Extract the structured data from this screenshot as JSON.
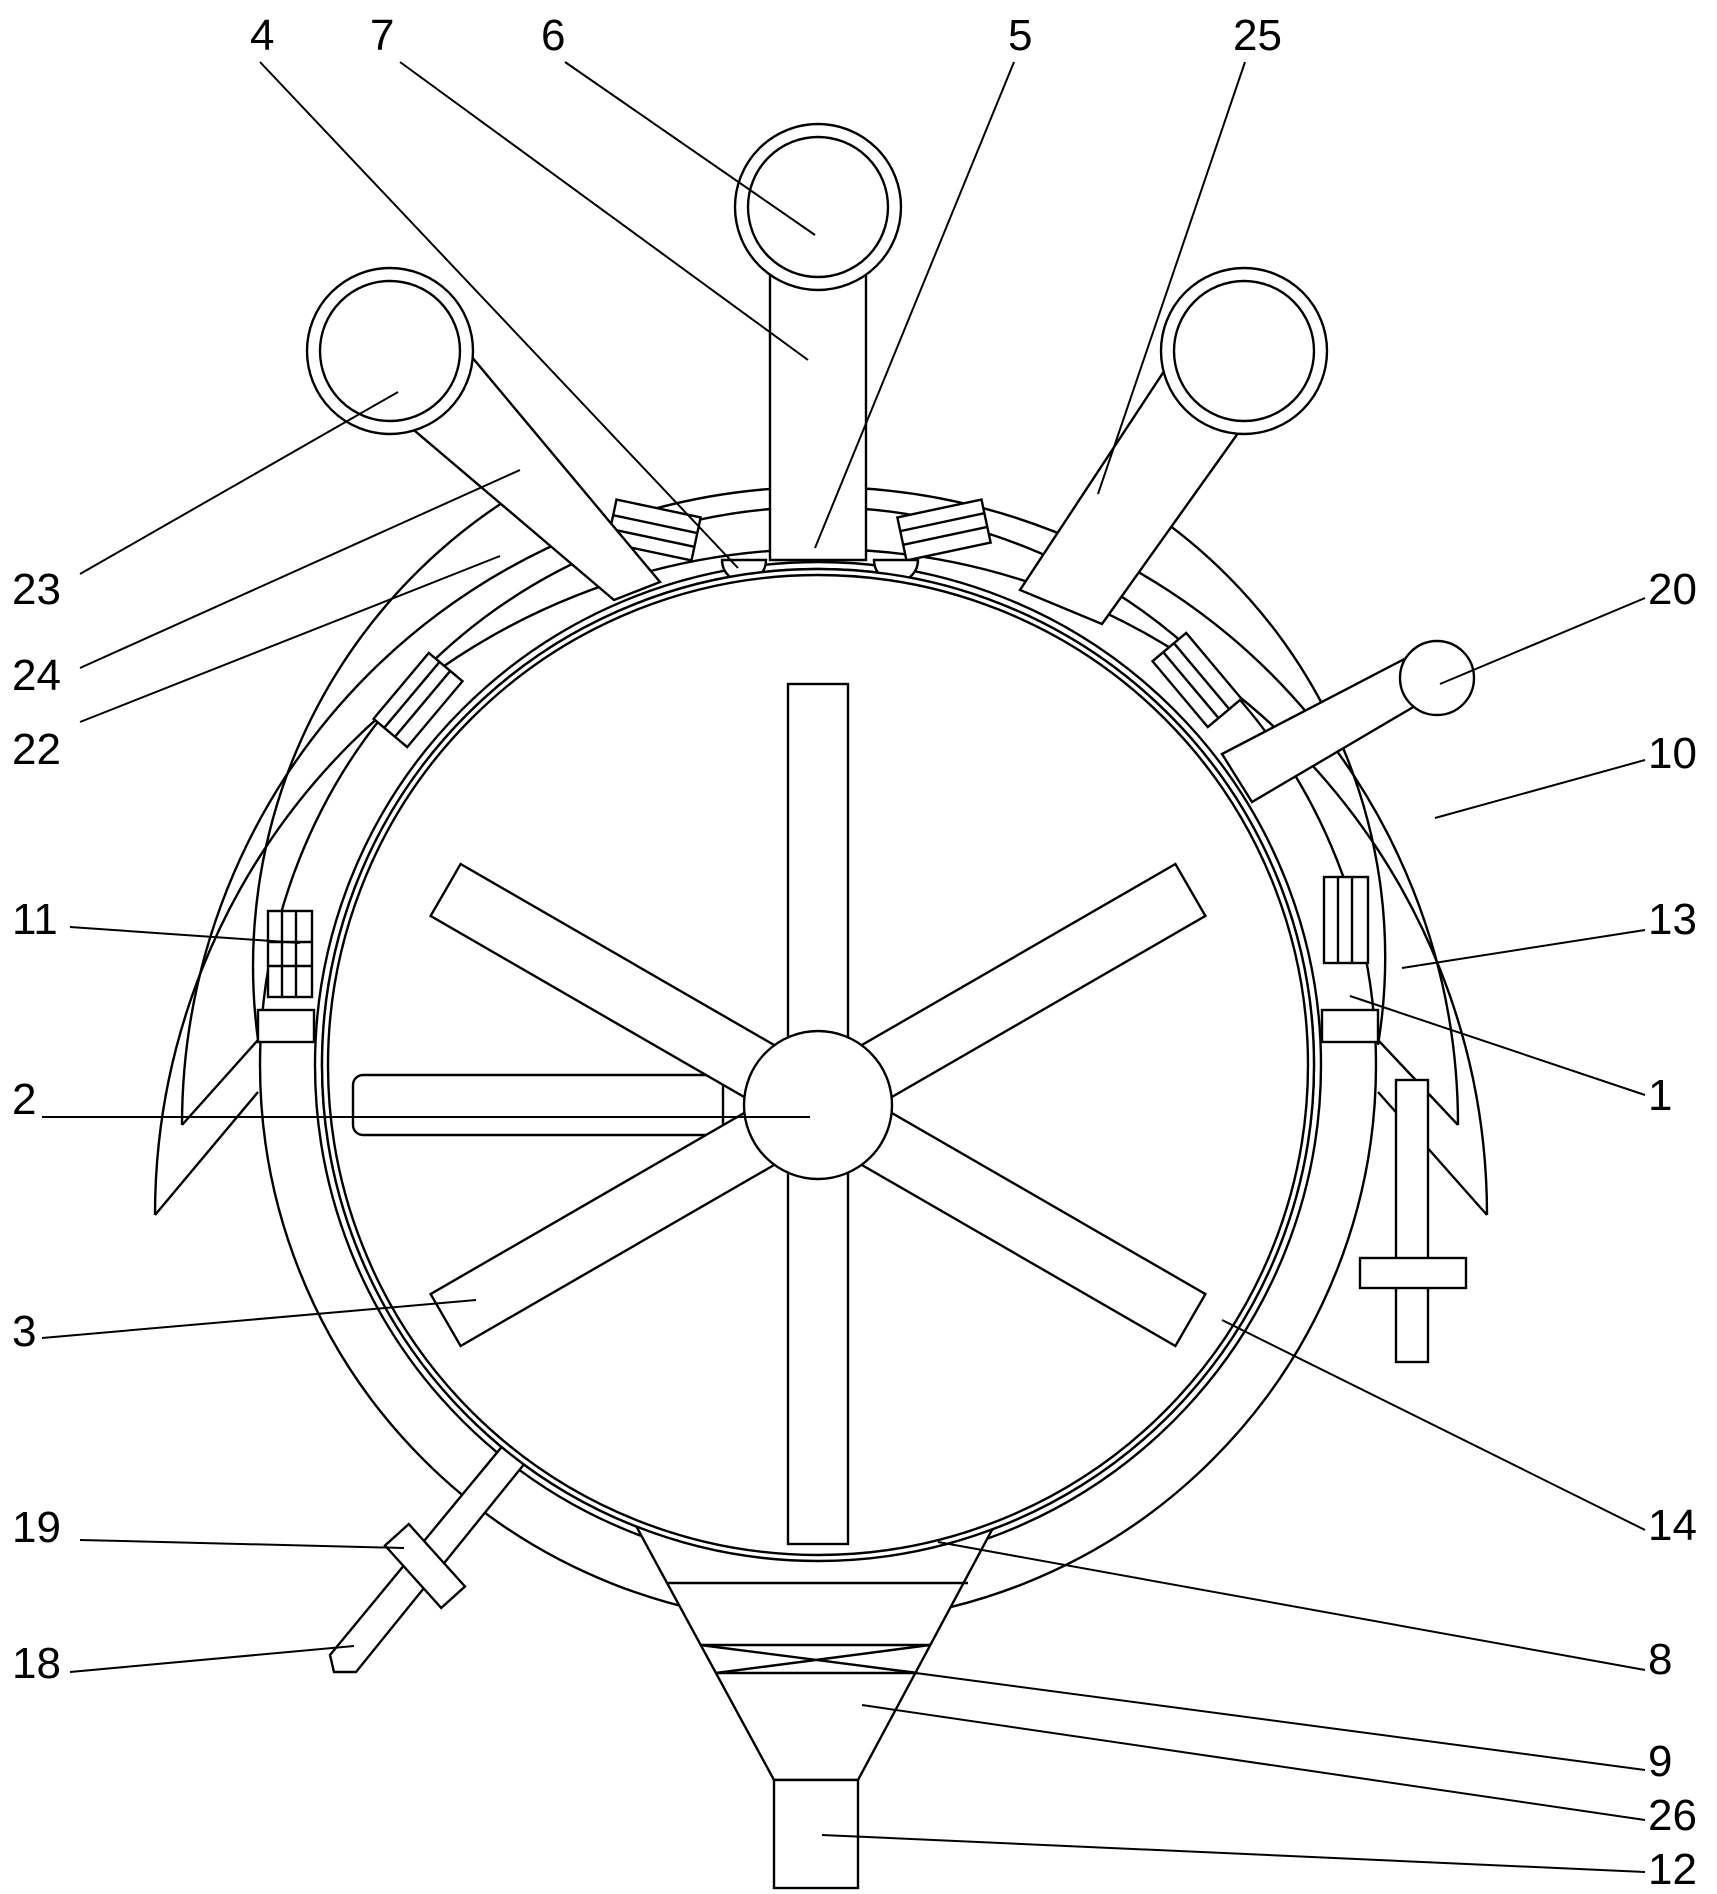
{
  "figure": {
    "background": "#ffffff",
    "stroke_color": "#000000",
    "labels": [
      "4",
      "7",
      "6",
      "5",
      "25",
      "23",
      "24",
      "22",
      "20",
      "10",
      "11",
      "13",
      "1",
      "2",
      "3",
      "14",
      "19",
      "8",
      "18",
      "9",
      "26",
      "12"
    ]
  }
}
